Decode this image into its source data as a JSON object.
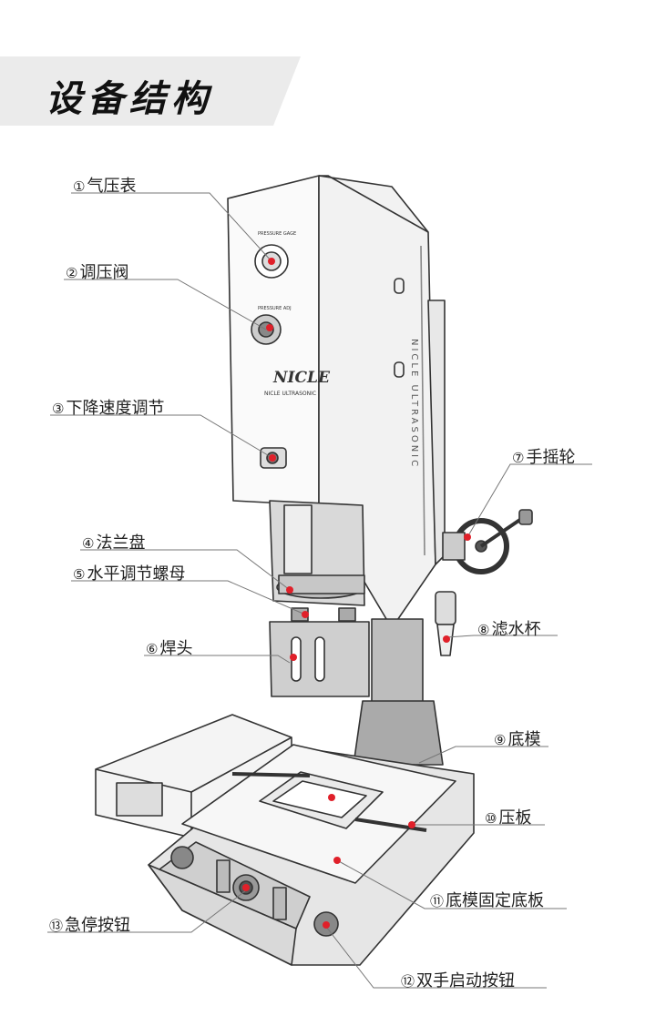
{
  "header": {
    "title": "设备结构"
  },
  "machine": {
    "brand_logo": "NICLE",
    "brand_sub": "NICLE ULTRASONIC",
    "side_text": "NICLE ULTRASONIC",
    "gauge_text": "PRESSURE GAGE",
    "valve_text": "PRESSURE ADJ"
  },
  "parts": [
    {
      "num": "①",
      "label": "气压表"
    },
    {
      "num": "②",
      "label": "调压阀"
    },
    {
      "num": "③",
      "label": "下降速度调节"
    },
    {
      "num": "④",
      "label": "法兰盘"
    },
    {
      "num": "⑤",
      "label": "水平调节螺母"
    },
    {
      "num": "⑥",
      "label": "焊头"
    },
    {
      "num": "⑦",
      "label": "手摇轮"
    },
    {
      "num": "⑧",
      "label": "滤水杯"
    },
    {
      "num": "⑨",
      "label": "底模"
    },
    {
      "num": "⑩",
      "label": "压板"
    },
    {
      "num": "⑪",
      "label": "底模固定底板"
    },
    {
      "num": "⑫",
      "label": "双手启动按钮"
    },
    {
      "num": "⑬",
      "label": "急停按钮"
    }
  ],
  "colors": {
    "marker": "#e0202a",
    "line": "#777777",
    "band": "#ebebeb",
    "sketch": "#333333"
  }
}
